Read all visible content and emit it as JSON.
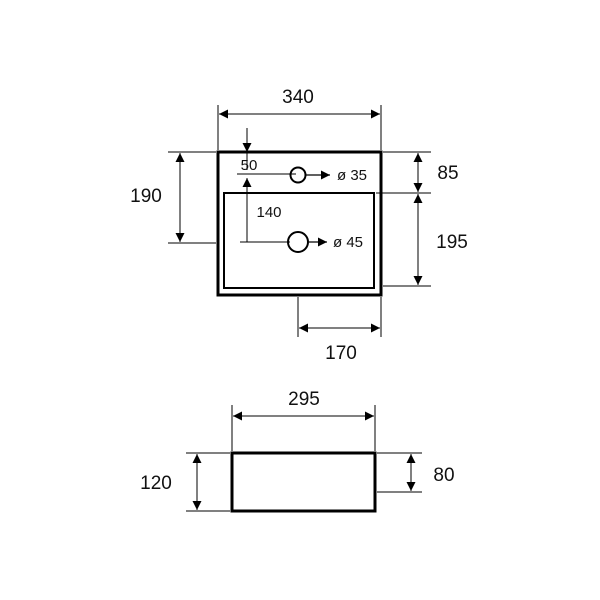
{
  "top_view": {
    "width_label": "340",
    "height_label": "190",
    "tap_offset_label": "50",
    "tap_hole_label": "ø 35",
    "drain_offset_label": "140",
    "drain_hole_label": "ø 45",
    "upper_section_label": "85",
    "basin_depth_label": "195",
    "drain_x_label": "170"
  },
  "side_view": {
    "width_label": "295",
    "height_label": "120",
    "inner_height_label": "80"
  },
  "colors": {
    "line": "#000000",
    "text": "#111111"
  }
}
